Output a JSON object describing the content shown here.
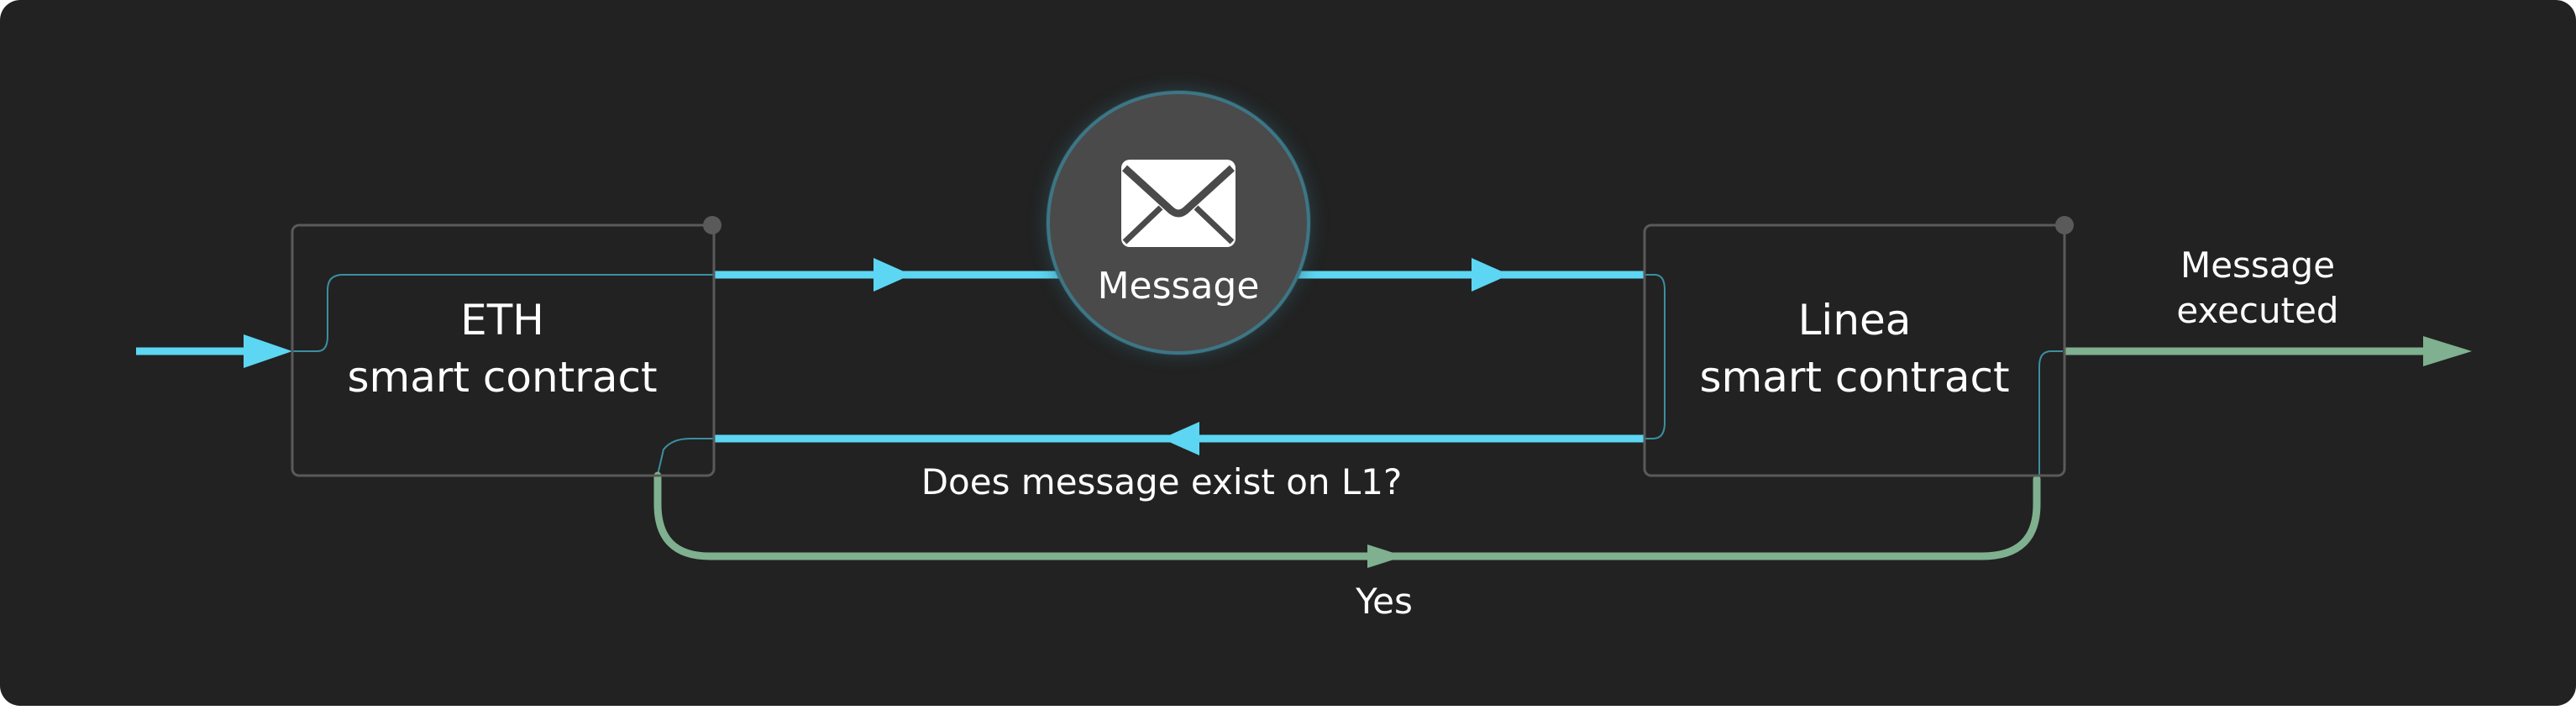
{
  "nodes": {
    "eth": {
      "line1": "ETH",
      "line2": "smart contract"
    },
    "linea": {
      "line1": "Linea",
      "line2": "smart contract"
    },
    "message": {
      "label": "Message",
      "icon": "envelope-icon"
    }
  },
  "labels": {
    "query": "Does message exist on L1?",
    "yes": "Yes",
    "executed_line1": "Message",
    "executed_line2": "executed"
  },
  "colors": {
    "background": "#222222",
    "node_border": "#5a5a5a",
    "node_fill": "#222222",
    "blue_flow": "#5cd6f2",
    "green_flow": "#7fb08f",
    "thin_connector": "#3b8fa0",
    "message_circle": "#4a4a4a",
    "text": "#ffffff"
  }
}
